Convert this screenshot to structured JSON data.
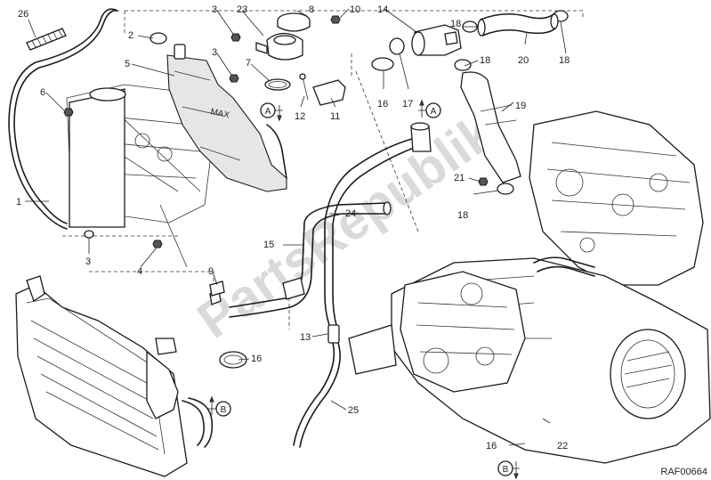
{
  "diagram": {
    "drawing_code": "RAF00664",
    "watermark": "PartsRepublik",
    "callouts": [
      {
        "id": "c1",
        "text": "1"
      },
      {
        "id": "c2",
        "text": "2"
      },
      {
        "id": "c3a",
        "text": "3"
      },
      {
        "id": "c3b",
        "text": "3"
      },
      {
        "id": "c3c",
        "text": "3"
      },
      {
        "id": "c4",
        "text": "4"
      },
      {
        "id": "c5",
        "text": "5"
      },
      {
        "id": "c6",
        "text": "6"
      },
      {
        "id": "c7",
        "text": "7"
      },
      {
        "id": "c8",
        "text": "8"
      },
      {
        "id": "c9",
        "text": "9"
      },
      {
        "id": "c10",
        "text": "10"
      },
      {
        "id": "c11",
        "text": "11"
      },
      {
        "id": "c12",
        "text": "12"
      },
      {
        "id": "c13",
        "text": "13"
      },
      {
        "id": "c14",
        "text": "14"
      },
      {
        "id": "c15",
        "text": "15"
      },
      {
        "id": "c16a",
        "text": "16"
      },
      {
        "id": "c16b",
        "text": "16"
      },
      {
        "id": "c16c",
        "text": "16"
      },
      {
        "id": "c17",
        "text": "17"
      },
      {
        "id": "c18a",
        "text": "18"
      },
      {
        "id": "c18b",
        "text": "18"
      },
      {
        "id": "c18c",
        "text": "18"
      },
      {
        "id": "c18d",
        "text": "18"
      },
      {
        "id": "c19",
        "text": "19"
      },
      {
        "id": "c20",
        "text": "20"
      },
      {
        "id": "c21",
        "text": "21"
      },
      {
        "id": "c22",
        "text": "22"
      },
      {
        "id": "c23",
        "text": "23"
      },
      {
        "id": "c24",
        "text": "24"
      },
      {
        "id": "c25",
        "text": "25"
      },
      {
        "id": "c26",
        "text": "26"
      }
    ],
    "reference_markers": [
      {
        "id": "ra1",
        "text": "A"
      },
      {
        "id": "ra2",
        "text": "A"
      },
      {
        "id": "rb1",
        "text": "B"
      },
      {
        "id": "rb2",
        "text": "B"
      }
    ],
    "tank_marking": "MAX"
  }
}
